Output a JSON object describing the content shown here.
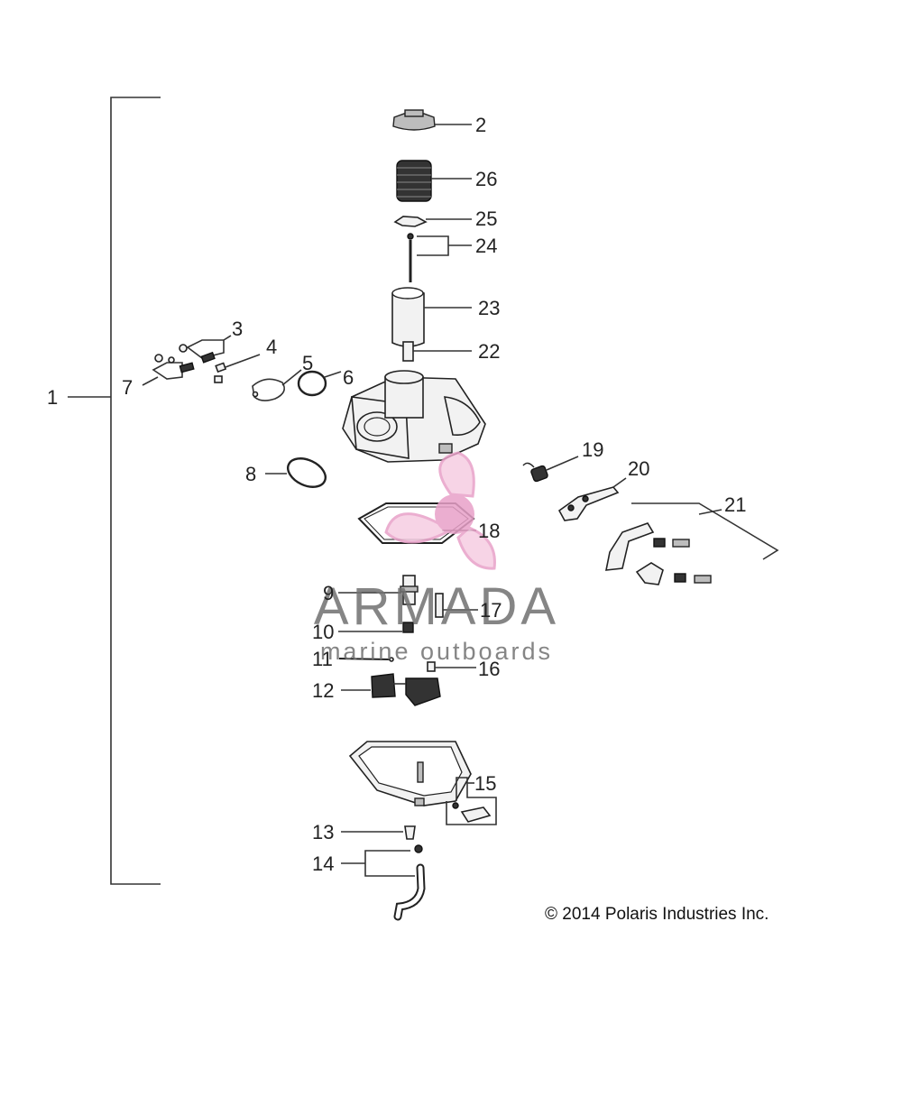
{
  "callouts": {
    "c1": "1",
    "c2": "2",
    "c3": "3",
    "c4": "4",
    "c5": "5",
    "c6": "6",
    "c7": "7",
    "c8": "8",
    "c9": "9",
    "c10": "10",
    "c11": "11",
    "c12": "12",
    "c13": "13",
    "c14": "14",
    "c15": "15",
    "c16": "16",
    "c17": "17",
    "c18": "18",
    "c19": "19",
    "c20": "20",
    "c21": "21",
    "c22": "22",
    "c23": "23",
    "c24": "24",
    "c25": "25",
    "c26": "26"
  },
  "copyright": "© 2014 Polaris Industries Inc.",
  "watermark": {
    "title": "ARMADA",
    "subtitle": "marine outboards",
    "color": "#e8a0c8"
  }
}
